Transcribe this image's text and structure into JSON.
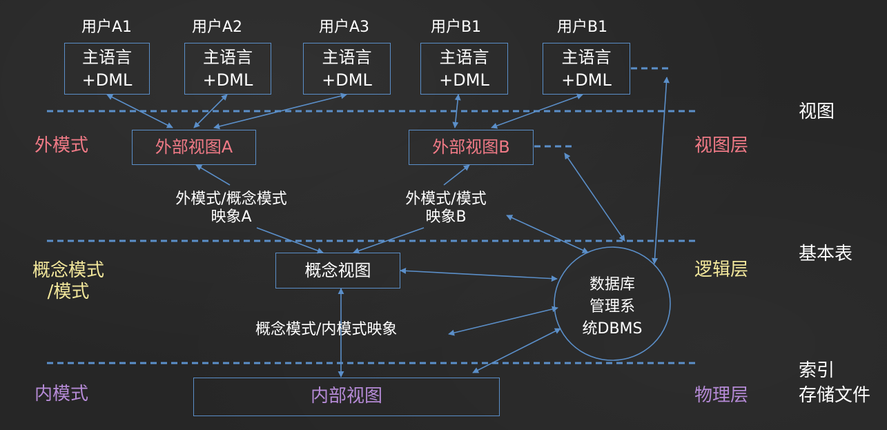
{
  "users": [
    {
      "label": "用户A1",
      "line1": "主语言",
      "line2": "+DML"
    },
    {
      "label": "用户A2",
      "line1": "主语言",
      "line2": "+DML"
    },
    {
      "label": "用户A3",
      "line1": "主语言",
      "line2": "+DML"
    },
    {
      "label": "用户B1",
      "line1": "主语言",
      "line2": "+DML"
    },
    {
      "label": "用户B1",
      "line1": "主语言",
      "line2": "+DML"
    }
  ],
  "external_views": {
    "a": "外部视图A",
    "b": "外部视图B"
  },
  "mappings": {
    "ext_concept_a": {
      "line1": "外模式/概念模式",
      "line2": "映象A"
    },
    "ext_b": {
      "line1": "外模式/模式",
      "line2": "映象B"
    },
    "concept_internal": "概念模式/内模式映象"
  },
  "concept_view": "概念视图",
  "internal_view": "内部视图",
  "dbms": {
    "line1": "数据库",
    "line2": "管理系",
    "line3": "统DBMS"
  },
  "left_labels": {
    "external": "外模式",
    "concept_line1": "概念模式",
    "concept_line2": "/模式",
    "internal": "内模式"
  },
  "right_layers": {
    "view": "视图层",
    "logic": "逻辑层",
    "physical": "物理层"
  },
  "right_objects": {
    "view": "视图",
    "base_table": "基本表",
    "index": "索引",
    "storage": "存储文件"
  },
  "colors": {
    "background": "#262626",
    "line": "#5b8fc9",
    "text": "#ffffff",
    "external_label": "#f07a86",
    "logic_label": "#f2e79b",
    "internal_label": "#b58ad6"
  }
}
